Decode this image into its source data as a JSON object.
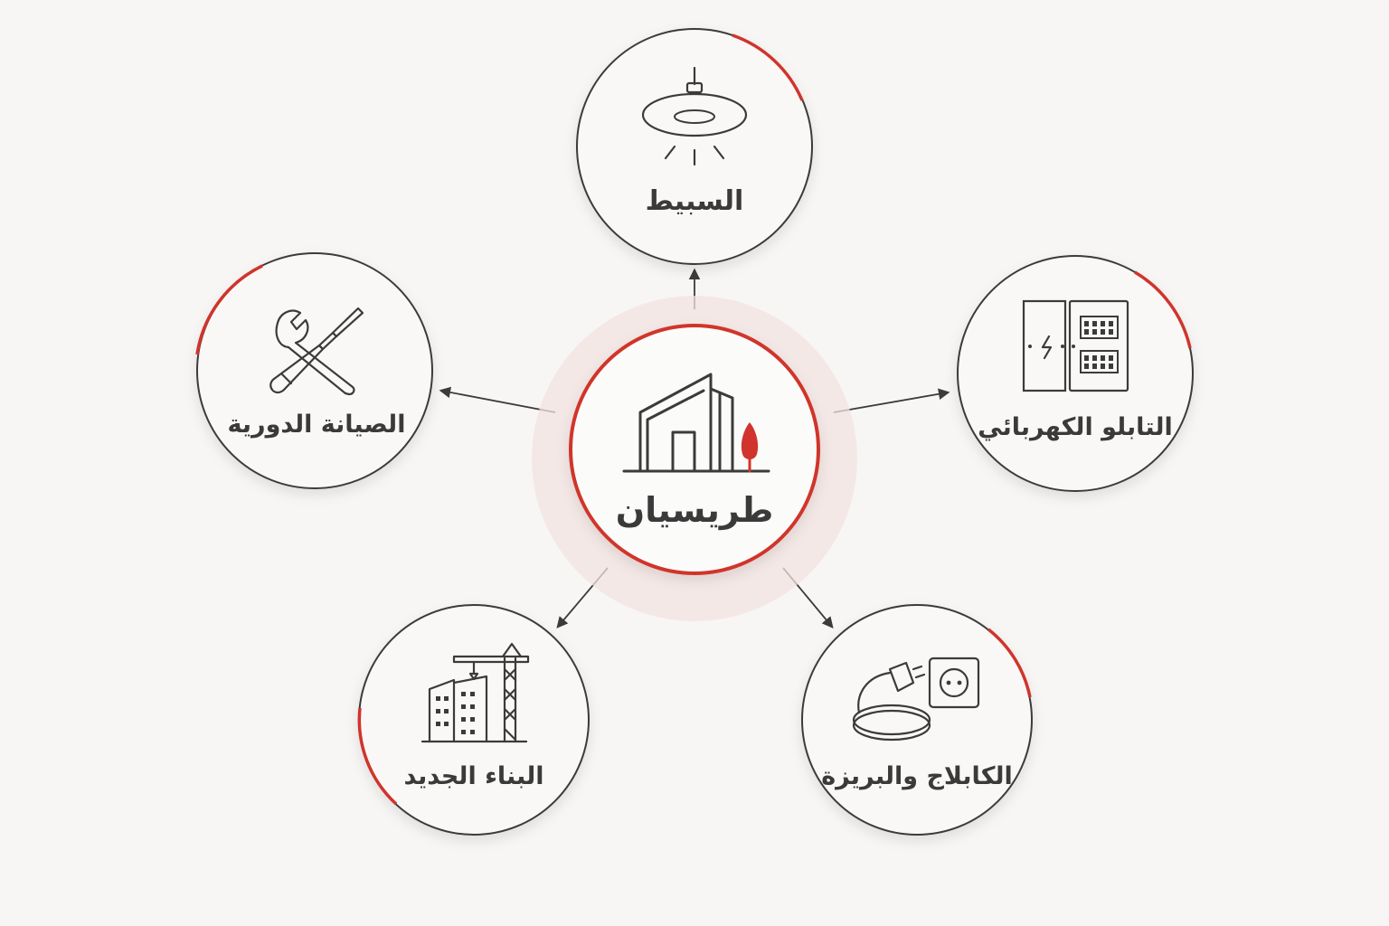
{
  "center": {
    "label": "طريسيان",
    "icon": "building-with-tree-icon"
  },
  "nodes": [
    {
      "id": "top",
      "label": "السبيط",
      "icon": "ceiling-light-icon"
    },
    {
      "id": "right",
      "label": "التابلو الكهربائي",
      "icon": "electrical-panel-icon"
    },
    {
      "id": "bottom-right",
      "label": "الكابلاج والبريزة",
      "icon": "cable-and-socket-icon"
    },
    {
      "id": "bottom-left",
      "label": "البناء الجديد",
      "icon": "construction-crane-building-icon"
    },
    {
      "id": "left",
      "label": "الصيانة الدورية",
      "icon": "wrench-screwdriver-icon"
    }
  ],
  "colors": {
    "accent": "#d0342c",
    "outline": "#3b3b3b",
    "text": "#3a3a3a",
    "background": "#f7f6f4",
    "halo": "#f3e3e1"
  }
}
